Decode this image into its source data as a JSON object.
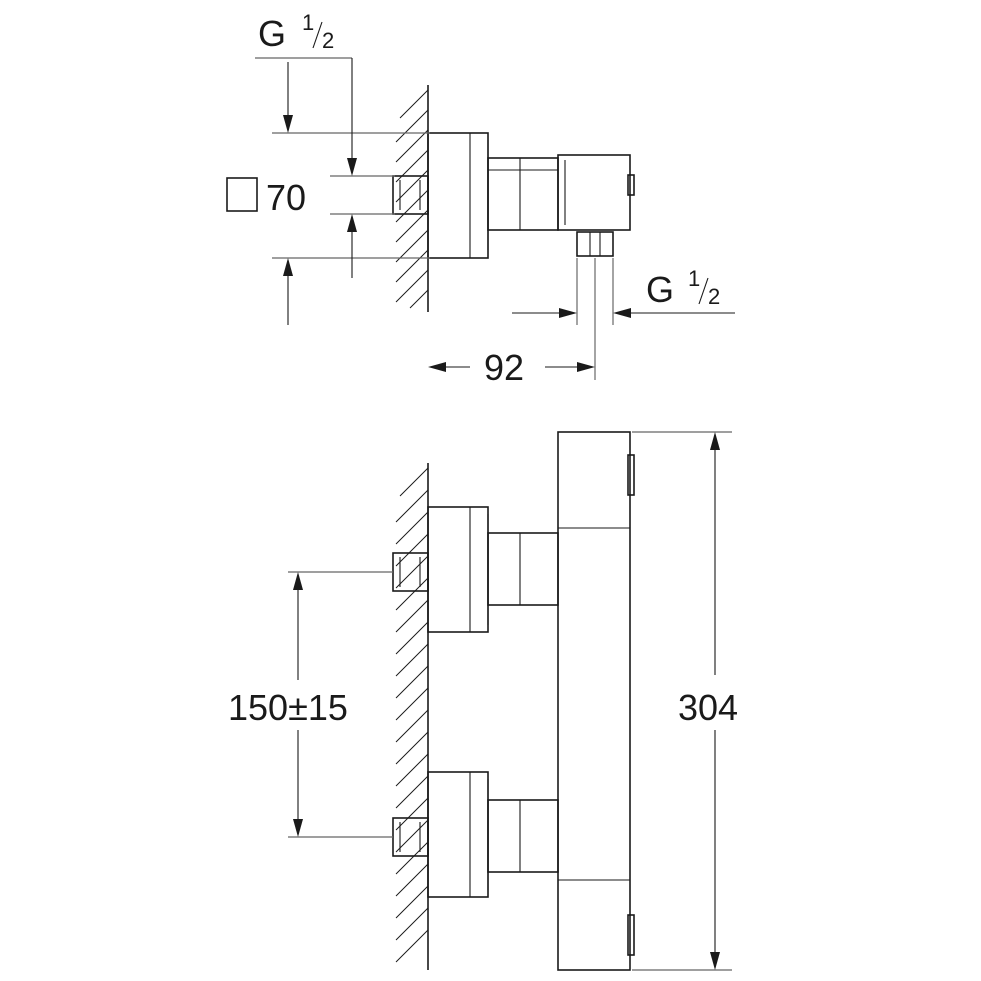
{
  "dimensions": {
    "top_inlet_thread": {
      "letter": "G",
      "numerator": "1",
      "denominator": "2"
    },
    "square_size": "70",
    "outlet_thread": {
      "letter": "G",
      "numerator": "1",
      "denominator": "2"
    },
    "projection": "92",
    "inlet_spacing": "150±15",
    "height": "304"
  },
  "icons": {
    "square_symbol": "square-symbol-icon"
  },
  "colors": {
    "line": "#1a1a1a",
    "background": "#ffffff"
  }
}
